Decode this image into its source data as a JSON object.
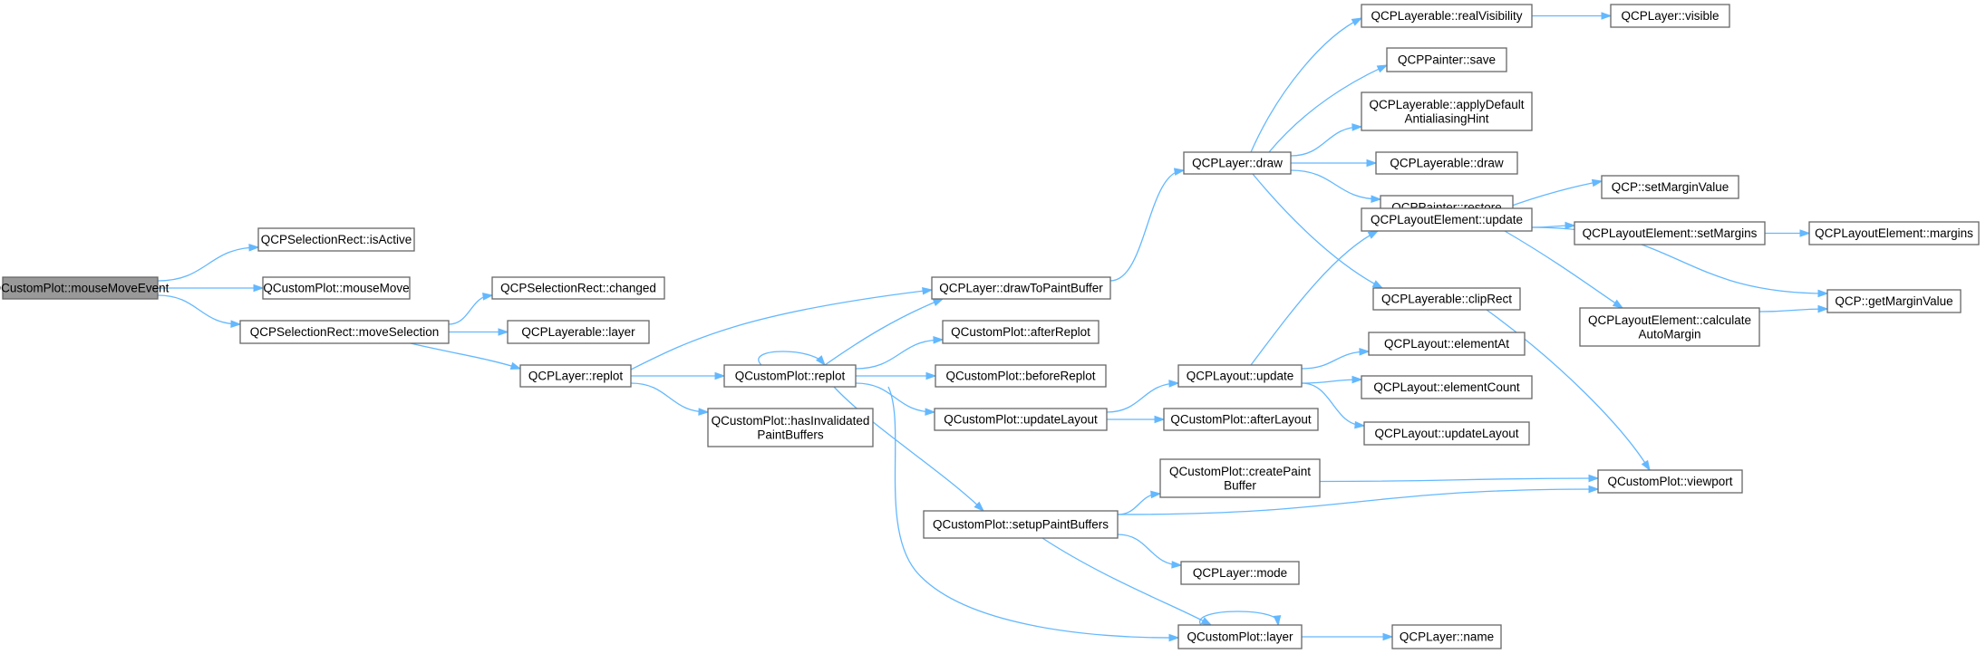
{
  "graph": {
    "edge_color": "#63b8ff",
    "root_fill": "#999999",
    "node_border": "#666666",
    "nodes": [
      {
        "id": "mouseMoveEvent",
        "lines": [
          "QCustomPlot::mouseMoveEvent"
        ],
        "root": true
      },
      {
        "id": "isActive",
        "lines": [
          "QCPSelectionRect::isActive"
        ]
      },
      {
        "id": "mouseMove",
        "lines": [
          "QCustomPlot::mouseMove"
        ]
      },
      {
        "id": "moveSelection",
        "lines": [
          "QCPSelectionRect::moveSelection"
        ]
      },
      {
        "id": "changed",
        "lines": [
          "QCPSelectionRect::changed"
        ]
      },
      {
        "id": "layerableLayer",
        "lines": [
          "QCPLayerable::layer"
        ]
      },
      {
        "id": "layerReplot",
        "lines": [
          "QCPLayer::replot"
        ]
      },
      {
        "id": "drawToPaintBuffer",
        "lines": [
          "QCPLayer::drawToPaintBuffer"
        ]
      },
      {
        "id": "replot",
        "lines": [
          "QCustomPlot::replot"
        ]
      },
      {
        "id": "hasInvalidated",
        "lines": [
          "QCustomPlot::hasInvalidated",
          "PaintBuffers"
        ]
      },
      {
        "id": "afterReplot",
        "lines": [
          "QCustomPlot::afterReplot"
        ]
      },
      {
        "id": "beforeReplot",
        "lines": [
          "QCustomPlot::beforeReplot"
        ]
      },
      {
        "id": "updateLayout",
        "lines": [
          "QCustomPlot::updateLayout"
        ]
      },
      {
        "id": "setupPaintBuffers",
        "lines": [
          "QCustomPlot::setupPaintBuffers"
        ]
      },
      {
        "id": "plotLayer",
        "lines": [
          "QCustomPlot::layer"
        ]
      },
      {
        "id": "layerDraw",
        "lines": [
          "QCPLayer::draw"
        ]
      },
      {
        "id": "realVisibility",
        "lines": [
          "QCPLayerable::realVisibility"
        ]
      },
      {
        "id": "layerVisible",
        "lines": [
          "QCPLayer::visible"
        ]
      },
      {
        "id": "painterSave",
        "lines": [
          "QCPPainter::save"
        ]
      },
      {
        "id": "applyDefault",
        "lines": [
          "QCPLayerable::applyDefault",
          "AntialiasingHint"
        ]
      },
      {
        "id": "layerableDraw",
        "lines": [
          "QCPLayerable::draw"
        ]
      },
      {
        "id": "painterRestore",
        "lines": [
          "QCPPainter::restore"
        ]
      },
      {
        "id": "clipRect",
        "lines": [
          "QCPLayerable::clipRect"
        ]
      },
      {
        "id": "layoutUpdate",
        "lines": [
          "QCPLayout::update"
        ]
      },
      {
        "id": "afterLayout",
        "lines": [
          "QCustomPlot::afterLayout"
        ]
      },
      {
        "id": "createPaintBuffer",
        "lines": [
          "QCustomPlot::createPaint",
          "Buffer"
        ]
      },
      {
        "id": "layerMode",
        "lines": [
          "QCPLayer::mode"
        ]
      },
      {
        "id": "layerName",
        "lines": [
          "QCPLayer::name"
        ]
      },
      {
        "id": "elementUpdate",
        "lines": [
          "QCPLayoutElement::update"
        ]
      },
      {
        "id": "elementAt",
        "lines": [
          "QCPLayout::elementAt"
        ]
      },
      {
        "id": "elementCount",
        "lines": [
          "QCPLayout::elementCount"
        ]
      },
      {
        "id": "layoutUpdateLayout",
        "lines": [
          "QCPLayout::updateLayout"
        ]
      },
      {
        "id": "viewport",
        "lines": [
          "QCustomPlot::viewport"
        ]
      },
      {
        "id": "setMarginValue",
        "lines": [
          "QCP::setMarginValue"
        ]
      },
      {
        "id": "setMargins",
        "lines": [
          "QCPLayoutElement::setMargins"
        ]
      },
      {
        "id": "margins",
        "lines": [
          "QCPLayoutElement::margins"
        ]
      },
      {
        "id": "calculateAutoMargin",
        "lines": [
          "QCPLayoutElement::calculate",
          "AutoMargin"
        ]
      },
      {
        "id": "getMarginValue",
        "lines": [
          "QCP::getMarginValue"
        ]
      }
    ],
    "edges": [
      {
        "from": "mouseMoveEvent",
        "to": "isActive"
      },
      {
        "from": "mouseMoveEvent",
        "to": "mouseMove"
      },
      {
        "from": "mouseMoveEvent",
        "to": "moveSelection"
      },
      {
        "from": "moveSelection",
        "to": "changed"
      },
      {
        "from": "moveSelection",
        "to": "layerableLayer"
      },
      {
        "from": "moveSelection",
        "to": "layerReplot"
      },
      {
        "from": "layerReplot",
        "to": "drawToPaintBuffer"
      },
      {
        "from": "layerReplot",
        "to": "replot"
      },
      {
        "from": "layerReplot",
        "to": "hasInvalidated"
      },
      {
        "from": "replot",
        "to": "replot"
      },
      {
        "from": "replot",
        "to": "drawToPaintBuffer"
      },
      {
        "from": "replot",
        "to": "afterReplot"
      },
      {
        "from": "replot",
        "to": "beforeReplot"
      },
      {
        "from": "replot",
        "to": "updateLayout"
      },
      {
        "from": "replot",
        "to": "setupPaintBuffers"
      },
      {
        "from": "replot",
        "to": "plotLayer"
      },
      {
        "from": "drawToPaintBuffer",
        "to": "layerDraw"
      },
      {
        "from": "layerDraw",
        "to": "realVisibility"
      },
      {
        "from": "layerDraw",
        "to": "painterSave"
      },
      {
        "from": "layerDraw",
        "to": "applyDefault"
      },
      {
        "from": "layerDraw",
        "to": "layerableDraw"
      },
      {
        "from": "layerDraw",
        "to": "painterRestore"
      },
      {
        "from": "layerDraw",
        "to": "clipRect"
      },
      {
        "from": "realVisibility",
        "to": "layerVisible"
      },
      {
        "from": "updateLayout",
        "to": "layoutUpdate"
      },
      {
        "from": "updateLayout",
        "to": "afterLayout"
      },
      {
        "from": "layoutUpdate",
        "to": "elementUpdate"
      },
      {
        "from": "layoutUpdate",
        "to": "elementAt"
      },
      {
        "from": "layoutUpdate",
        "to": "elementCount"
      },
      {
        "from": "layoutUpdate",
        "to": "layoutUpdateLayout"
      },
      {
        "from": "setupPaintBuffers",
        "to": "createPaintBuffer"
      },
      {
        "from": "setupPaintBuffers",
        "to": "viewport"
      },
      {
        "from": "setupPaintBuffers",
        "to": "layerMode"
      },
      {
        "from": "setupPaintBuffers",
        "to": "plotLayer"
      },
      {
        "from": "createPaintBuffer",
        "to": "viewport"
      },
      {
        "from": "plotLayer",
        "to": "plotLayer"
      },
      {
        "from": "plotLayer",
        "to": "layerName"
      },
      {
        "from": "clipRect",
        "to": "viewport"
      },
      {
        "from": "elementUpdate",
        "to": "setMarginValue"
      },
      {
        "from": "elementUpdate",
        "to": "setMargins"
      },
      {
        "from": "elementUpdate",
        "to": "calculateAutoMargin"
      },
      {
        "from": "elementUpdate",
        "to": "getMarginValue"
      },
      {
        "from": "setMargins",
        "to": "margins"
      },
      {
        "from": "calculateAutoMargin",
        "to": "getMarginValue"
      }
    ]
  }
}
